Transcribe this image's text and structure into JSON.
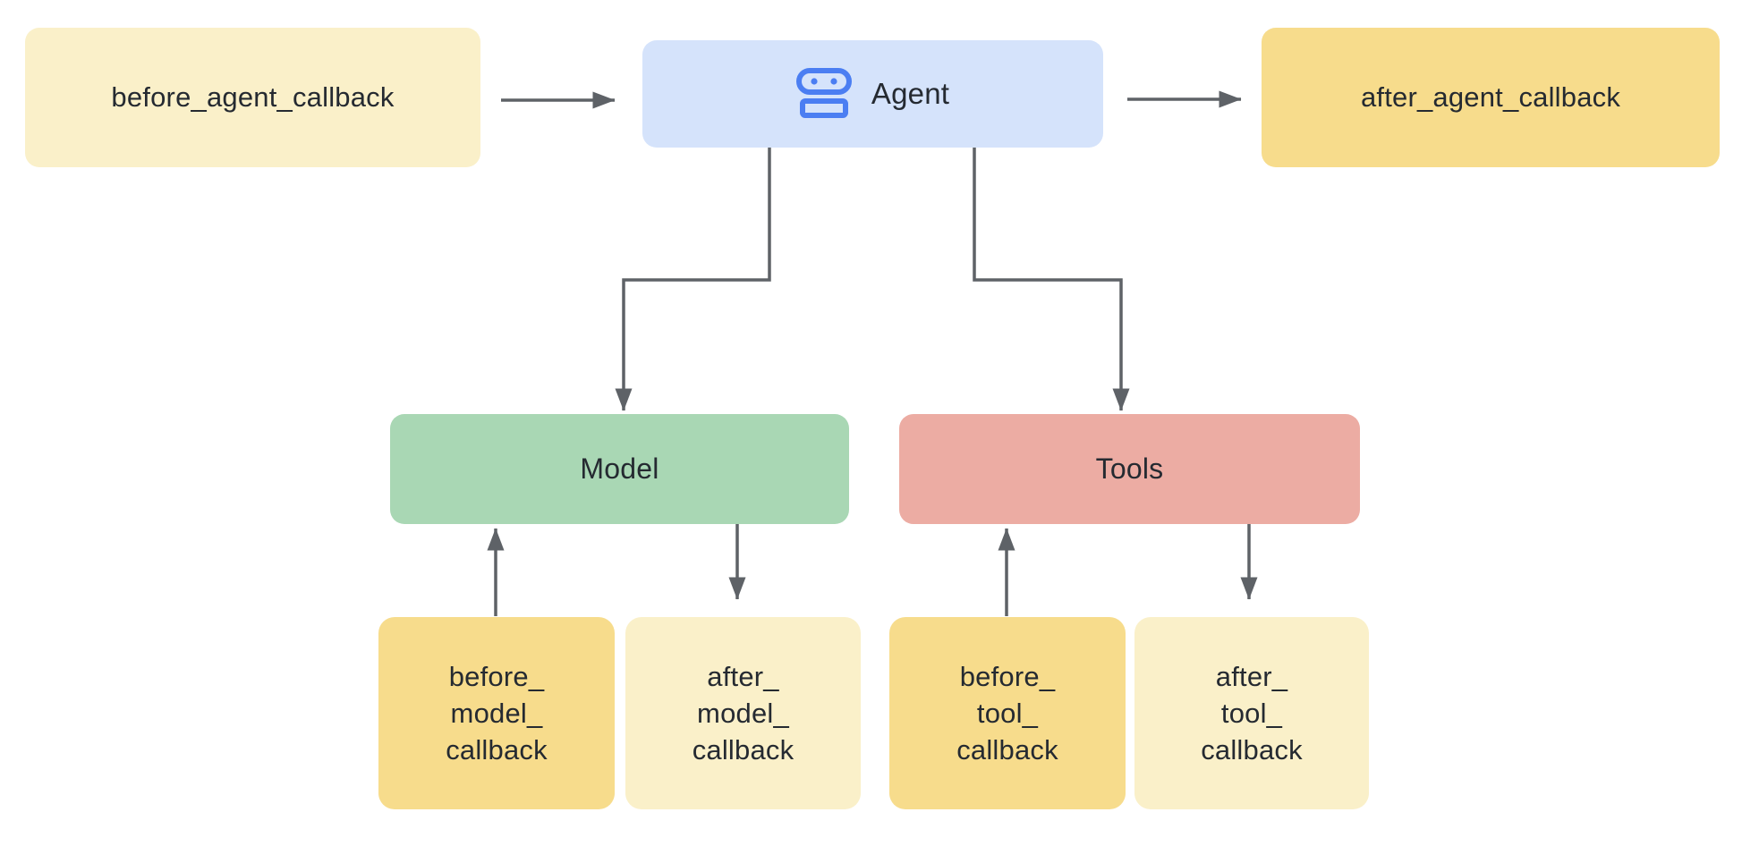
{
  "diagram": {
    "background": "#ffffff",
    "text_color": "#252a31",
    "connector_color": "#5e6267",
    "nodes": {
      "before_agent": {
        "label": "before_agent_callback",
        "fill": "#faf0c9"
      },
      "agent": {
        "label": "Agent",
        "fill": "#d5e3fb",
        "icon": "robot-icon",
        "icon_color": "#4b7ef2"
      },
      "after_agent": {
        "label": "after_agent_callback",
        "fill": "#f7dc8c"
      },
      "model": {
        "label": "Model",
        "fill": "#a9d7b4"
      },
      "tools": {
        "label": "Tools",
        "fill": "#ecaca3"
      },
      "before_model": {
        "lines": [
          "before_",
          "model_",
          "callback"
        ],
        "fill": "#f7dc8c"
      },
      "after_model": {
        "lines": [
          "after_",
          "model_",
          "callback"
        ],
        "fill": "#faf0c9"
      },
      "before_tool": {
        "lines": [
          "before_",
          "tool_",
          "callback"
        ],
        "fill": "#f7dc8c"
      },
      "after_tool": {
        "lines": [
          "after_",
          "tool_",
          "callback"
        ],
        "fill": "#faf0c9"
      }
    },
    "edges": [
      {
        "from": "before_agent_callback",
        "to": "Agent"
      },
      {
        "from": "Agent",
        "to": "after_agent_callback"
      },
      {
        "from": "Agent",
        "to": "Model"
      },
      {
        "from": "Agent",
        "to": "Tools"
      },
      {
        "from": "before_model_callback",
        "to": "Model"
      },
      {
        "from": "Model",
        "to": "after_model_callback"
      },
      {
        "from": "before_tool_callback",
        "to": "Tools"
      },
      {
        "from": "Tools",
        "to": "after_tool_callback"
      }
    ]
  }
}
